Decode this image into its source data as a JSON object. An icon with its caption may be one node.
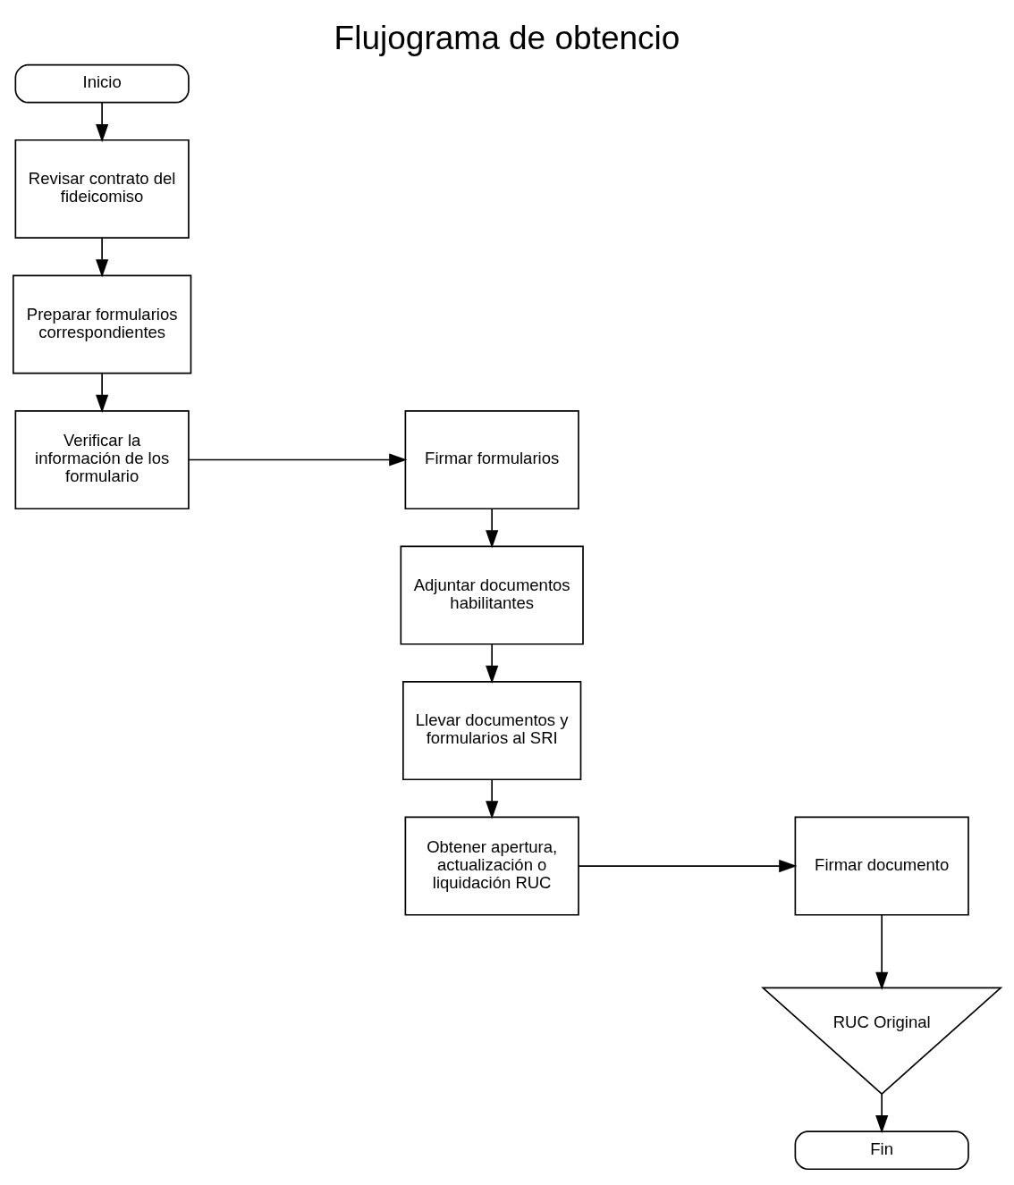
{
  "diagram": {
    "title": "Flujograma de obtencio",
    "nodes": [
      {
        "text": [
          "Inicio"
        ]
      },
      {
        "text": [
          "Revisar contrato del fideicomiso"
        ]
      },
      {
        "text": [
          "Preparar formularios correspondientes"
        ]
      },
      {
        "text": [
          "Verificar la información de los formulario"
        ]
      },
      {
        "text": [
          "Firmar formularios"
        ]
      },
      {
        "text": [
          "Adjuntar documentos habilitantes"
        ]
      },
      {
        "text": [
          "Llevar documentos y formularios al SRI"
        ]
      },
      {
        "text": [
          "Obtener apertura, actualización o liquidación RUC"
        ]
      },
      {
        "text": [
          "Firmar documento"
        ]
      },
      {
        "text": [
          "RUC Original"
        ]
      },
      {
        "text": [
          "Fin"
        ]
      }
    ],
    "edges": [
      {
        "from": 0,
        "to": 1,
        "arrow": "to"
      },
      {
        "from": 1,
        "to": 2,
        "arrow": "to"
      },
      {
        "from": 2,
        "to": 3,
        "arrow": "to"
      },
      {
        "from": 3,
        "to": 4,
        "arrow": "to"
      },
      {
        "from": 4,
        "to": 5,
        "arrow": "to"
      },
      {
        "from": 5,
        "to": 6,
        "arrow": "to"
      },
      {
        "from": 6,
        "to": 7,
        "arrow": "to"
      },
      {
        "from": 7,
        "to": 8,
        "arrow": "to"
      },
      {
        "from": 8,
        "to": 9,
        "arrow": "to"
      },
      {
        "from": 9,
        "to": 10,
        "arrow": "to"
      }
    ]
  }
}
